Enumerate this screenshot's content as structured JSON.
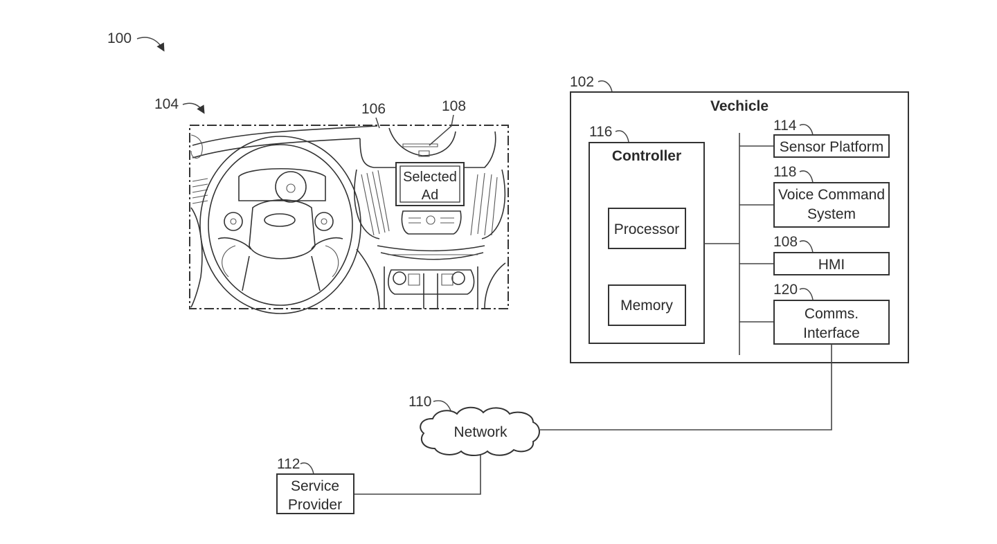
{
  "figure": {
    "reference": "100",
    "dashboard": {
      "reference": "104",
      "display_reference": "106",
      "hmi_reference": "108",
      "screen_text": [
        "Selected",
        "Ad"
      ]
    },
    "vehicle": {
      "reference": "102",
      "title": "Vechicle",
      "controller": {
        "reference": "116",
        "title": "Controller",
        "components": [
          "Processor",
          "Memory"
        ]
      },
      "modules": [
        {
          "reference": "114",
          "lines": [
            "Sensor Platform"
          ]
        },
        {
          "reference": "118",
          "lines": [
            "Voice Command",
            "System"
          ]
        },
        {
          "reference": "108",
          "lines": [
            "HMI"
          ]
        },
        {
          "reference": "120",
          "lines": [
            "Comms.",
            "Interface"
          ]
        }
      ]
    },
    "network": {
      "reference": "110",
      "label": "Network"
    },
    "service_provider": {
      "reference": "112",
      "lines": [
        "Service",
        "Provider"
      ]
    }
  }
}
